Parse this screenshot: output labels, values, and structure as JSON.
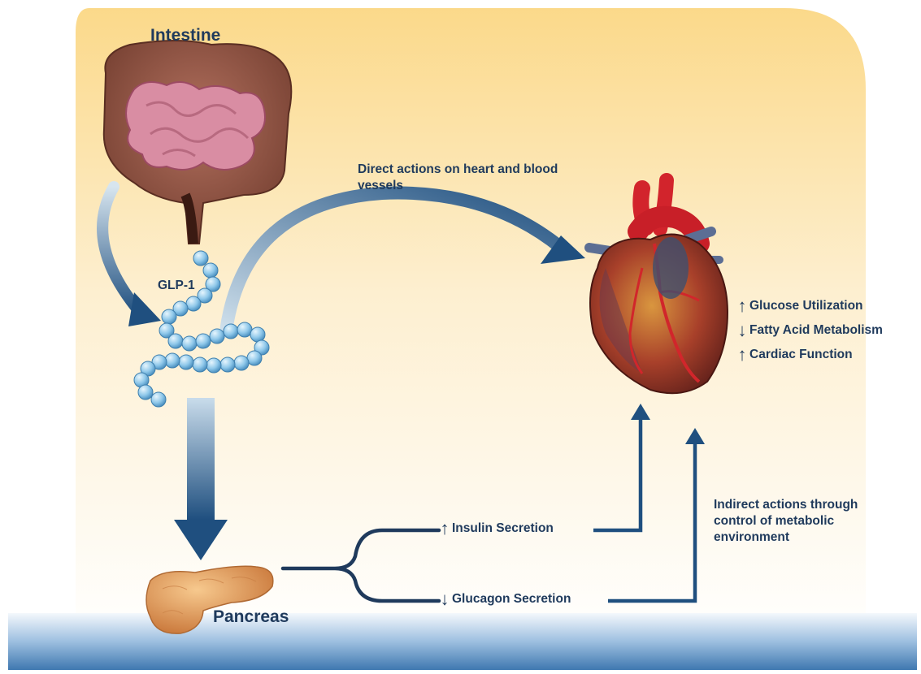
{
  "labels": {
    "intestine": "Intestine",
    "glp1": "GLP-1",
    "direct_actions": "Direct actions on heart and blood vessels",
    "pancreas": "Pancreas",
    "insulin_secretion": "Insulin Secretion",
    "glucagon_secretion": "Glucagon Secretion",
    "indirect_actions": "Indirect actions through control of metabolic environment"
  },
  "heart_effects": [
    {
      "direction": "↑",
      "label": "Glucose Utilization"
    },
    {
      "direction": "↓",
      "label": "Fatty Acid Metabolism"
    },
    {
      "direction": "↑",
      "label": "Cardiac Function"
    }
  ],
  "secretion_direction": {
    "insulin": "↑",
    "glucagon": "↓"
  },
  "colors": {
    "text": "#1f3a5c",
    "arrow": "#1f4f7f",
    "background_top": "#fbd98a",
    "floor": "#5b8fc4",
    "beads": "#8fc8ea"
  }
}
